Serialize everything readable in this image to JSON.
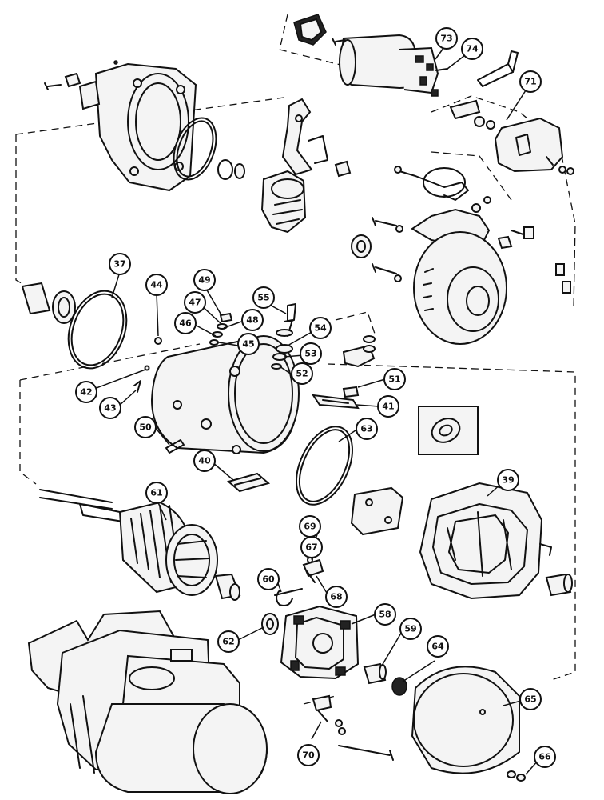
{
  "callouts": [
    {
      "id": "c73",
      "label": "73"
    },
    {
      "id": "c74",
      "label": "74"
    },
    {
      "id": "c71",
      "label": "71"
    },
    {
      "id": "c37",
      "label": "37"
    },
    {
      "id": "c44",
      "label": "44"
    },
    {
      "id": "c49",
      "label": "49"
    },
    {
      "id": "c47",
      "label": "47"
    },
    {
      "id": "c48",
      "label": "48"
    },
    {
      "id": "c46",
      "label": "46"
    },
    {
      "id": "c45",
      "label": "45"
    },
    {
      "id": "c55",
      "label": "55"
    },
    {
      "id": "c54",
      "label": "54"
    },
    {
      "id": "c53",
      "label": "53"
    },
    {
      "id": "c52",
      "label": "52"
    },
    {
      "id": "c42",
      "label": "42"
    },
    {
      "id": "c43",
      "label": "43"
    },
    {
      "id": "c51",
      "label": "51"
    },
    {
      "id": "c41",
      "label": "41"
    },
    {
      "id": "c50",
      "label": "50"
    },
    {
      "id": "c63",
      "label": "63"
    },
    {
      "id": "c40",
      "label": "40"
    },
    {
      "id": "c39",
      "label": "39"
    },
    {
      "id": "c61",
      "label": "61"
    },
    {
      "id": "c69",
      "label": "69"
    },
    {
      "id": "c67",
      "label": "67"
    },
    {
      "id": "c60",
      "label": "60"
    },
    {
      "id": "c68",
      "label": "68"
    },
    {
      "id": "c58",
      "label": "58"
    },
    {
      "id": "c62",
      "label": "62"
    },
    {
      "id": "c59",
      "label": "59"
    },
    {
      "id": "c64",
      "label": "64"
    },
    {
      "id": "c65",
      "label": "65"
    },
    {
      "id": "c66",
      "label": "66"
    },
    {
      "id": "c70",
      "label": "70"
    }
  ]
}
